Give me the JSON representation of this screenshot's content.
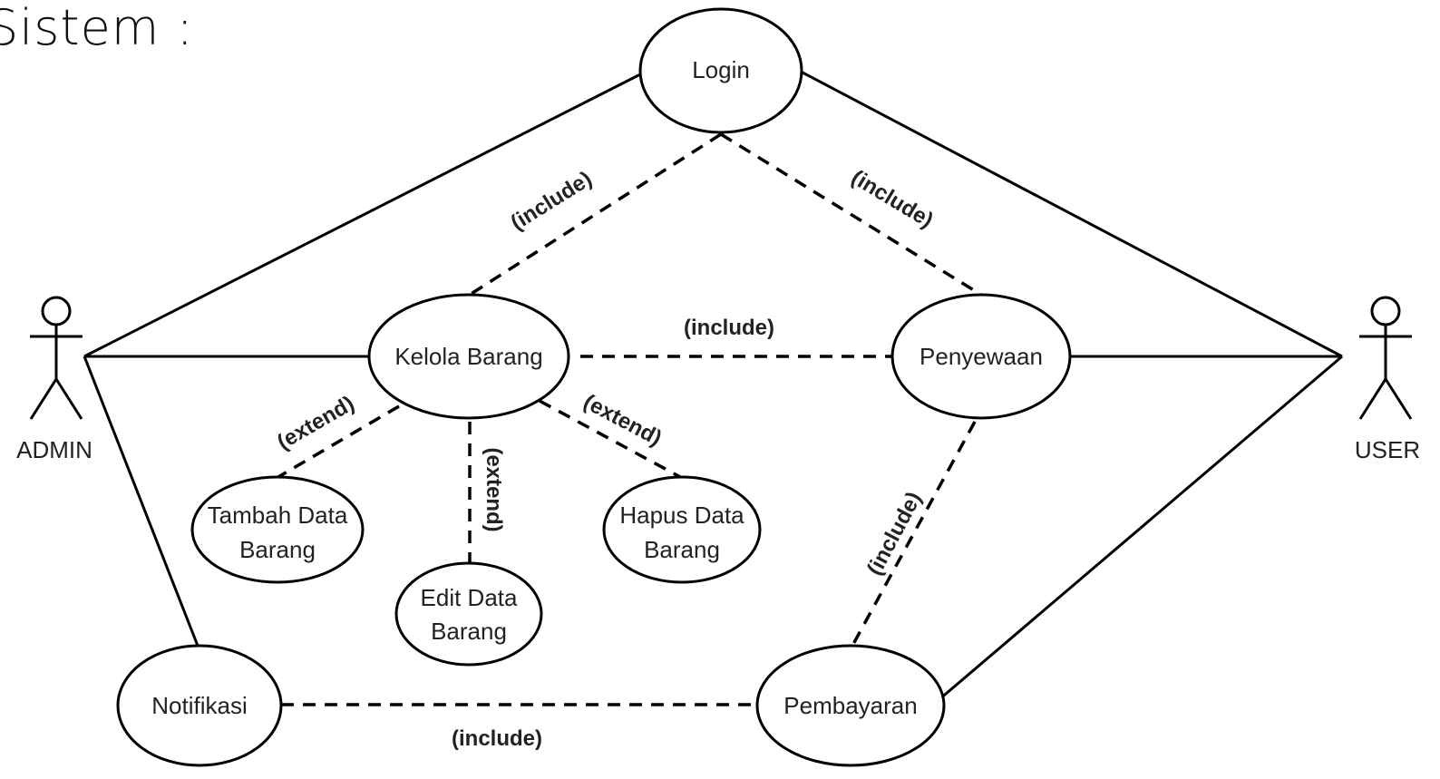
{
  "title": "Sistem :",
  "actors": {
    "admin": "ADMIN",
    "user": "USER"
  },
  "use_cases": {
    "login": "Login",
    "kelola_barang": "Kelola Barang",
    "penyewaan": "Penyewaan",
    "tambah": [
      "Tambah Data",
      "Barang"
    ],
    "edit": [
      "Edit Data",
      "Barang"
    ],
    "hapus": [
      "Hapus Data",
      "Barang"
    ],
    "notifikasi": "Notifikasi",
    "pembayaran": "Pembayaran"
  },
  "relations": {
    "include_login_kelola": "(include)",
    "include_login_penyewaan": "(include)",
    "include_kelola_penyewaan": "(include)",
    "extend_tambah": "(extend)",
    "extend_edit": "(extend)",
    "extend_hapus": "(extend)",
    "include_penyewaan_pembayaran": "(include)",
    "include_notifikasi_pembayaran": "(include)"
  }
}
